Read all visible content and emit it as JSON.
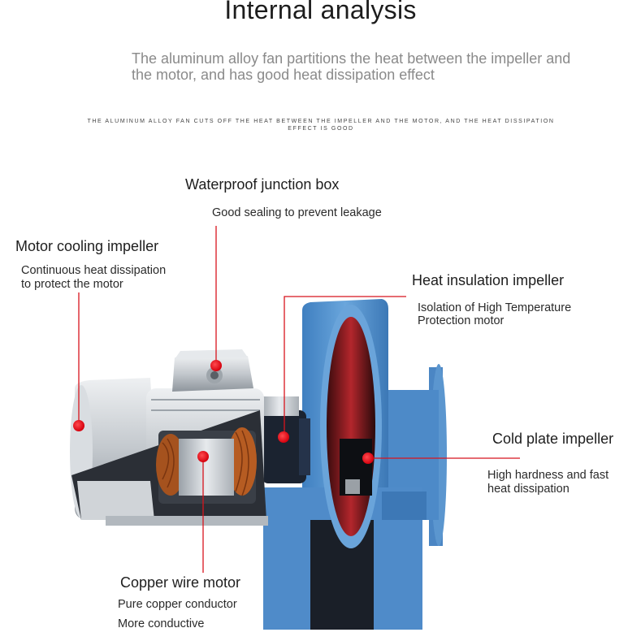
{
  "title": "Internal analysis",
  "subtitle": "The aluminum alloy fan partitions the heat between the impeller and the motor, and has good heat dissipation effect",
  "fine_print": "The aluminum alloy fan cuts off the heat between the impeller and the motor, and the heat dissipation effect is good",
  "callouts": {
    "junction_box": {
      "label": "Waterproof junction box",
      "desc": "Good sealing to prevent leakage"
    },
    "motor_cooling": {
      "label": "Motor cooling impeller",
      "desc_line1": "Continuous heat dissipation",
      "desc_line2": "to protect the motor"
    },
    "heat_insulation": {
      "label": "Heat insulation impeller",
      "desc_line1": "Isolation of High Temperature",
      "desc_line2": "Protection motor"
    },
    "cold_plate": {
      "label": "Cold plate impeller",
      "desc_line1": "High hardness and fast",
      "desc_line2": "heat dissipation"
    },
    "copper_motor": {
      "label": "Copper wire motor",
      "desc_line1": "Pure copper conductor",
      "desc_line2": "More conductive"
    }
  },
  "colors": {
    "marker": "#e0121b",
    "fan_blue": "#5b96cf",
    "motor_silver": "#c9cdd2"
  }
}
